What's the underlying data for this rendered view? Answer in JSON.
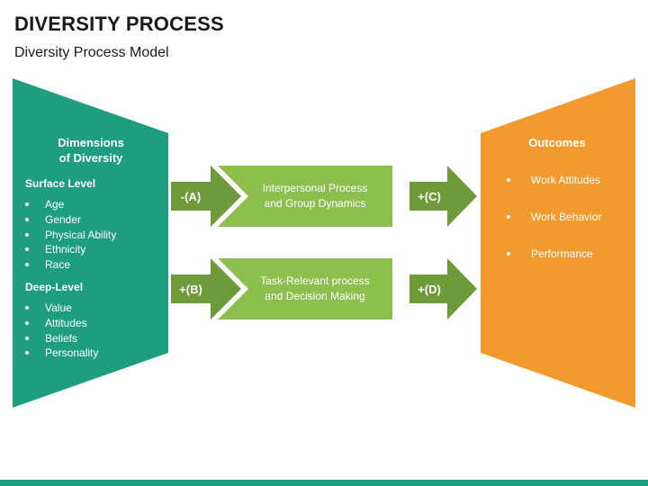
{
  "header": {
    "title": "DIVERSITY PROCESS",
    "subtitle": "Diversity Process Model"
  },
  "dimensions_panel": {
    "heading_line1": "Dimensions",
    "heading_line2": "of Diversity",
    "surface_label": "Surface Level",
    "surface_items": [
      "Age",
      "Gender",
      "Physical Ability",
      "Ethnicity",
      "Race"
    ],
    "deep_label": "Deep-Level",
    "deep_items": [
      "Value",
      "Attitudes",
      "Beliefs",
      "Personality"
    ],
    "color": "#1e9e7f"
  },
  "processes": [
    {
      "input_label": "-(A)",
      "text_line1": "Interpersonal Process",
      "text_line2": "and Group Dynamics",
      "output_label": "+(C)"
    },
    {
      "input_label": "+(B)",
      "text_line1": "Task-Relevant process",
      "text_line2": "and Decision Making",
      "output_label": "+(D)"
    }
  ],
  "outcomes_panel": {
    "heading": "Outcomes",
    "items": [
      "Work Attitudes",
      "Work Behavior",
      "Performance"
    ],
    "color": "#f29a2e"
  },
  "colors": {
    "arrow_dark_green": "#6f9a3a",
    "process_light_green": "#8cbf4e",
    "accent_bar": "#1e9e7f"
  }
}
